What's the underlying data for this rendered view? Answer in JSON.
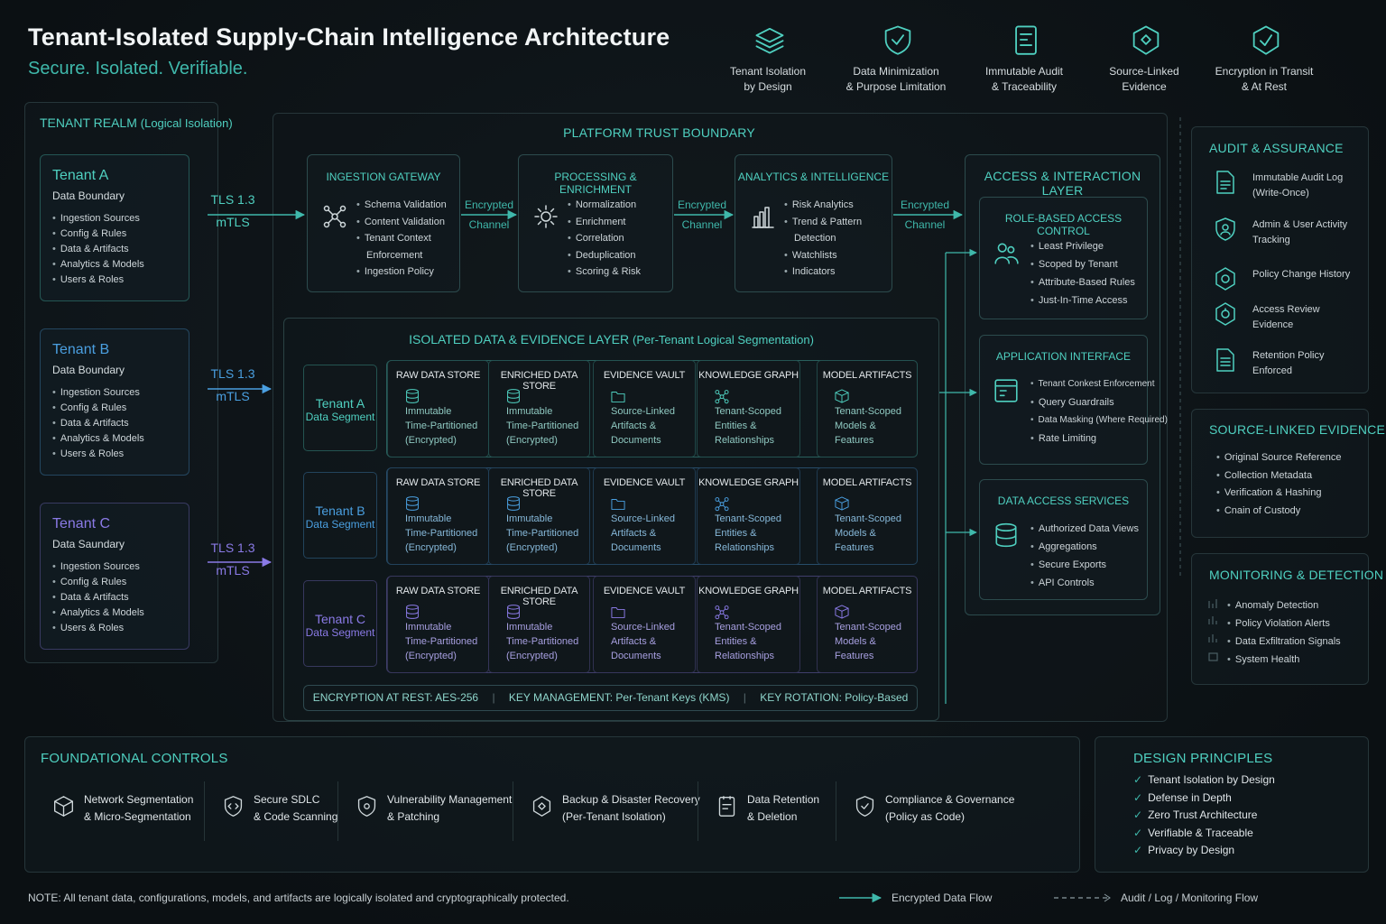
{
  "header": {
    "title": "Tenant-Isolated Supply-Chain Intelligence Architecture",
    "subtitle": "Secure. Isolated. Verifiable.",
    "pillars": [
      {
        "icon": "layers-icon",
        "line1": "Tenant Isolation",
        "line2": "by Design"
      },
      {
        "icon": "shield-check-icon",
        "line1": "Data Minimization",
        "line2": "& Purpose Limitation"
      },
      {
        "icon": "audit-doc-icon",
        "line1": "Immutable Audit",
        "line2": "& Traceability"
      },
      {
        "icon": "linked-evidence-icon",
        "line1": "Source-Linked",
        "line2": "Evidence"
      },
      {
        "icon": "lock-shield-icon",
        "line1": "Encryption in Transit",
        "line2": "& At Rest"
      }
    ]
  },
  "tenant_realm": {
    "title": "TENANT REALM",
    "title_note": "(Logical Isolation)",
    "tenants": [
      {
        "name": "Tenant A",
        "boundary": "Data Boundary",
        "color": "#4fd0c0",
        "items": [
          "Ingestion Sources",
          "Config & Rules",
          "Data & Artifacts",
          "Analytics & Models",
          "Users & Roles"
        ],
        "tls": "TLS 1.3",
        "mtls": "mTLS"
      },
      {
        "name": "Tenant B",
        "boundary": "Data Boundary",
        "color": "#4a9fe0",
        "items": [
          "Ingestion Sources",
          "Config & Rules",
          "Data & Artifacts",
          "Analytics & Models",
          "Users & Roles"
        ],
        "tls": "TLS 1.3",
        "mtls": "mTLS"
      },
      {
        "name": "Tenant C",
        "boundary": "Data Saundary",
        "color": "#8a7ae6",
        "items": [
          "Ingestion Sources",
          "Config & Rules",
          "Data & Artifacts",
          "Analytics & Models",
          "Users & Roles"
        ],
        "tls": "TLS 1.3",
        "mtls": "mTLS"
      }
    ]
  },
  "platform": {
    "title": "PLATFORM TRUST BOUNDARY",
    "channel": {
      "line1": "Encrypted",
      "line2": "Channel"
    },
    "stages": [
      {
        "title": "INGESTION GATEWAY",
        "icon": "network-icon",
        "items": [
          "Schema Validation",
          "Content Validation",
          "Tenant Context",
          "Enforcement",
          "Ingestion Policy"
        ]
      },
      {
        "title": "PROCESSING & ENRICHMENT",
        "icon": "gear-icon",
        "items": [
          "Normalization",
          "Enrichment",
          "Correlation",
          "Deduplication",
          "Scoring & Risk"
        ]
      },
      {
        "title": "ANALYTICS & INTELLIGENCE",
        "icon": "bar-chart-icon",
        "items": [
          "Risk Analytics",
          "Trend & Pattern",
          "Detection",
          "Watchlists",
          "Indicators"
        ]
      }
    ],
    "data_layer": {
      "title": "ISOLATED DATA & EVIDENCE LAYER",
      "title_note": "(Per-Tenant Logical Segmentation)",
      "segments": [
        {
          "name": "Tenant A",
          "label": "Data Segment",
          "color": "#4fd0c0"
        },
        {
          "name": "Tenant B",
          "label": "Data Segment",
          "color": "#4a9fe0"
        },
        {
          "name": "Tenant C",
          "label": "Data Segment",
          "color": "#8a7ae6"
        }
      ],
      "stores": [
        {
          "title": "RAW DATA STORE",
          "icon": "database-icon",
          "lines": [
            "Immutable",
            "Time-Partitioned",
            "(Encrypted)"
          ]
        },
        {
          "title": "ENRICHED DATA STORE",
          "icon": "database-icon",
          "lines": [
            "Immutable",
            "Time-Partitioned",
            "(Encrypted)"
          ]
        },
        {
          "title": "EVIDENCE VAULT",
          "icon": "folder-icon",
          "lines": [
            "Source-Linked",
            "Artifacts &",
            "Documents"
          ]
        },
        {
          "title": "KNOWLEDGE GRAPH",
          "icon": "graph-icon",
          "lines": [
            "Tenant-Scoped",
            "Entities &",
            "Relationships"
          ]
        },
        {
          "title": "MODEL ARTIFACTS",
          "icon": "cube-icon",
          "lines": [
            "Tenant-Scoped",
            "Models &",
            "Features"
          ]
        }
      ],
      "footer": {
        "encryption": "ENCRYPTION AT REST: AES-256",
        "keys": "KEY MANAGEMENT: Per-Tenant Keys (KMS)",
        "rotation": "KEY ROTATION: Policy-Based"
      }
    },
    "access_layer": {
      "title": "ACCESS & INTERACTION LAYER",
      "panels": [
        {
          "title": "ROLE-BASED ACCESS CONTROL",
          "icon": "users-icon",
          "items": [
            "Least Privilege",
            "Scoped by Tenant",
            "Attribute-Based Rules",
            "Just-In-Time Access"
          ]
        },
        {
          "title": "APPLICATION INTERFACE",
          "icon": "window-icon",
          "items": [
            "Tenant Conkest Enforcement",
            "Query Guardrails",
            "Data Masking (Where Required)",
            "Rate Limiting"
          ]
        },
        {
          "title": "DATA ACCESS SERVICES",
          "icon": "database-icon",
          "items": [
            "Authorized Data Views",
            "Aggregations",
            "Secure Exports",
            "API Controls"
          ]
        }
      ]
    }
  },
  "audit": {
    "title": "AUDIT & ASSURANCE",
    "items": [
      {
        "icon": "document-icon",
        "line1": "Immutable Audit Log",
        "line2": "(Write-Once)"
      },
      {
        "icon": "shield-user-icon",
        "line1": "Admin & User Activity",
        "line2": "Tracking"
      },
      {
        "icon": "policy-icon",
        "line1": "Policy Change History",
        "line2": ""
      },
      {
        "icon": "review-icon",
        "line1": "Access Review",
        "line2": "Evidence"
      },
      {
        "icon": "retention-icon",
        "line1": "Retention Policy",
        "line2": "Enforced"
      }
    ]
  },
  "source_evidence": {
    "title": "SOURCE-LINKED EVIDENCE",
    "items": [
      "Original Source Reference",
      "Collection Metadata",
      "Verification & Hashing",
      "Cnain of Custody"
    ]
  },
  "monitoring": {
    "title": "MONITORING & DETECTION",
    "items": [
      "Anomaly Detection",
      "Policy Violation Alerts",
      "Data Exfiltration Signals",
      "System Health"
    ]
  },
  "foundational": {
    "title": "FOUNDATIONAL CONTROLS",
    "items": [
      {
        "icon": "network-seg-icon",
        "line1": "Network Segmentation",
        "line2": "& Micro-Segmentation"
      },
      {
        "icon": "code-shield-icon",
        "line1": "Secure SDLC",
        "line2": "& Code Scanning"
      },
      {
        "icon": "vuln-shield-icon",
        "line1": "Vulnerability Management",
        "line2": "& Patching"
      },
      {
        "icon": "backup-icon",
        "line1": "Backup & Disaster Recovery",
        "line2": "(Per-Tenant Isolation)"
      },
      {
        "icon": "retention-doc-icon",
        "line1": "Data Retention",
        "line2": "& Deletion"
      },
      {
        "icon": "compliance-icon",
        "line1": "Compliance & Governance",
        "line2": "(Policy as Code)"
      }
    ]
  },
  "principles": {
    "title": "DESIGN PRINCIPLES",
    "items": [
      "Tenant Isolation by Design",
      "Defense in Depth",
      "Zero Trust Architecture",
      "Verifiable & Traceable",
      "Privacy by Design"
    ]
  },
  "footer": {
    "note": "NOTE: All tenant data, configurations, models, and artifacts are logically isolated and cryptographically protected.",
    "legend_solid": "Encrypted Data Flow",
    "legend_dashed": "Audit / Log / Monitoring Flow"
  },
  "colors": {
    "accent": "#4fd0c0",
    "tenant_a": "#4fd0c0",
    "tenant_b": "#4a9fe0",
    "tenant_c": "#8a7ae6"
  }
}
